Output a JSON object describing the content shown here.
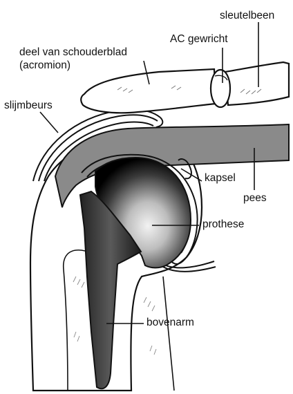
{
  "diagram": {
    "labels": {
      "sleutelbeen": "sleutelbeen",
      "ac_gewricht": "AC gewricht",
      "acromion_line1": "deel van schouderblad",
      "acromion_line2": "(acromion)",
      "slijmbeurs": "slijmbeurs",
      "kapsel": "kapsel",
      "pees": "pees",
      "prothese": "prothese",
      "bovenarm": "bovenarm"
    },
    "colors": {
      "outline": "#111111",
      "tendon": "#8a8a8a",
      "stem": "#444444",
      "head_highlight": "#f2f2f2",
      "head_shadow": "#000000",
      "background": "#ffffff"
    }
  }
}
